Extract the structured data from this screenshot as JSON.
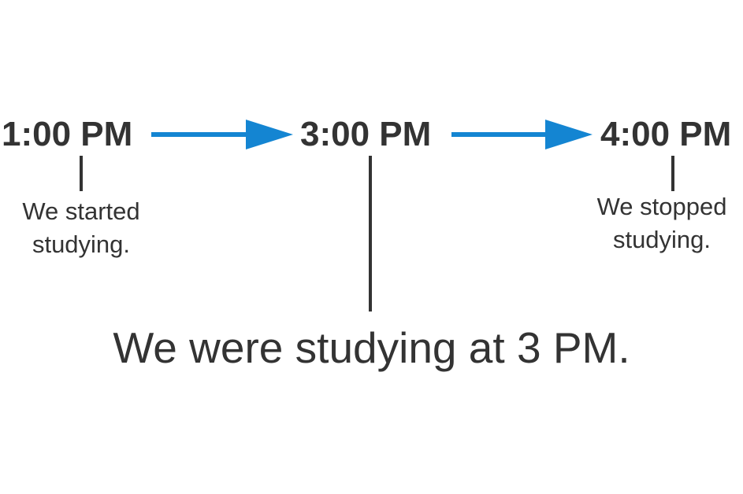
{
  "timeline": {
    "times": [
      "1:00 PM",
      "3:00 PM",
      "4:00 PM"
    ],
    "start_note": [
      "We started",
      "studying."
    ],
    "stop_note": [
      "We stopped",
      "studying."
    ],
    "caption": "We were studying at 3 PM."
  },
  "colors": {
    "arrow": "#1485d2",
    "text": "#333333",
    "line": "#333333"
  }
}
